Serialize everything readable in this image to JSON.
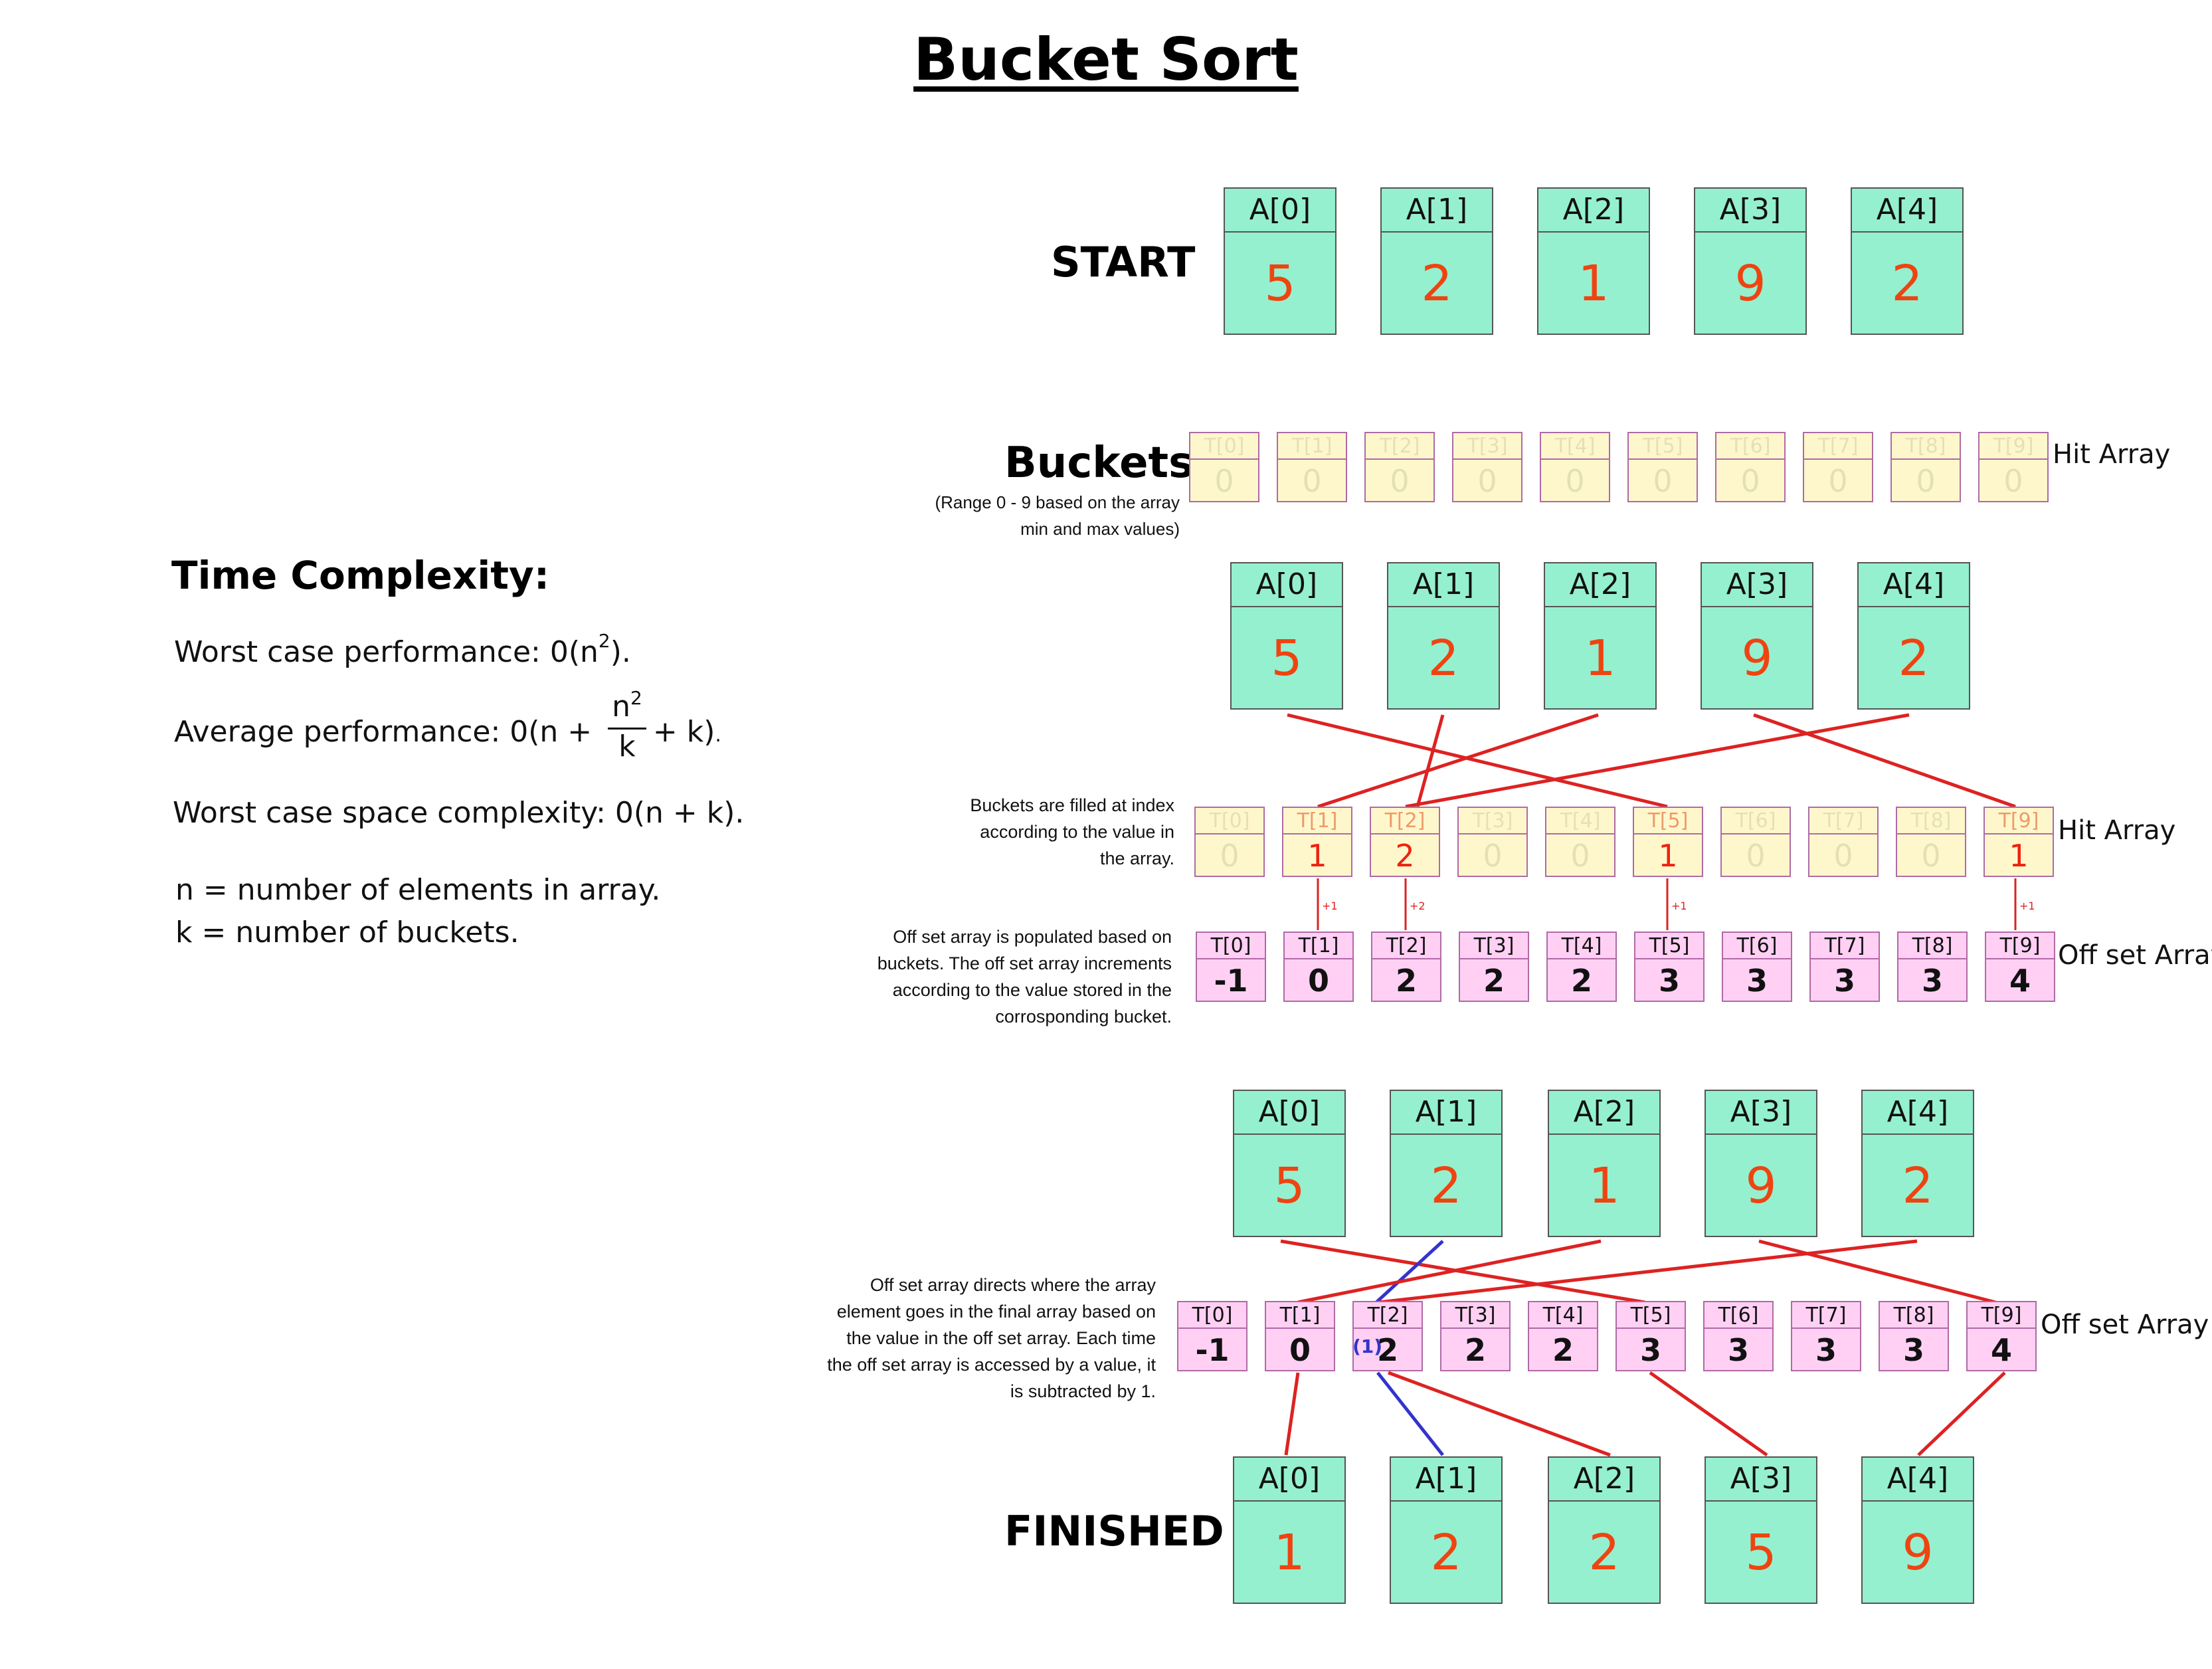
{
  "title": "Bucket Sort",
  "labels": {
    "start": "START",
    "buckets": "Buckets",
    "buckets_note": "(Range 0 - 9 based on the array\nmin and max values)",
    "finished": "FINISHED",
    "hit_array": "Hit\nArray",
    "offset_array": "Off set\nArray"
  },
  "notes": {
    "fill": "Buckets are filled at index\naccording to the value  in\nthe array.",
    "populate": "Off set array is populated based on\nbuckets. The off set array increments\naccording to the value stored in the\ncorrosponding bucket.",
    "directs": "Off set array directs where the array\nelement goes in the final array based on\nthe value in the off set array. Each time\nthe off set array is accessed by a value, it\nis subtracted by 1."
  },
  "complexity": {
    "title": "Time Complexity:",
    "worst_prefix": "Worst case performance: 0(n",
    "worst_sup": "2",
    "worst_suffix": ").",
    "avg_prefix": "Average performance: 0(n + ",
    "avg_num": "n",
    "avg_num_sup": "2",
    "avg_den": "k",
    "avg_suffix": "+ k)",
    "avg_dot": ".",
    "space": "Worst case space complexity: 0(n + k).",
    "n_def": "n = number of elements in array.",
    "k_def": "k = number of buckets."
  },
  "array_labels": [
    "A[0]",
    "A[1]",
    "A[2]",
    "A[3]",
    "A[4]"
  ],
  "bucket_labels": [
    "T[0]",
    "T[1]",
    "T[2]",
    "T[3]",
    "T[4]",
    "T[5]",
    "T[6]",
    "T[7]",
    "T[8]",
    "T[9]"
  ],
  "start_array": [
    "5",
    "2",
    "1",
    "9",
    "2"
  ],
  "initial_hit": [
    "0",
    "0",
    "0",
    "0",
    "0",
    "0",
    "0",
    "0",
    "0",
    "0"
  ],
  "filled_hit": [
    "0",
    "1",
    "2",
    "0",
    "0",
    "1",
    "0",
    "0",
    "0",
    "1"
  ],
  "increments": [
    "+1",
    "+2",
    "+1",
    "+1"
  ],
  "offset_values": [
    "-1",
    "0",
    "2",
    "2",
    "2",
    "3",
    "3",
    "3",
    "3",
    "4"
  ],
  "offset_after": "(1)",
  "finished_array": [
    "1",
    "2",
    "2",
    "5",
    "9"
  ],
  "colors": {
    "array_fill": "#95f0cf",
    "array_value": "#ee4411",
    "hit_fill": "#fff7cc",
    "offset_fill": "#ffd0f4",
    "arrow_red": "#dd2222",
    "arrow_blue": "#3333cc"
  }
}
